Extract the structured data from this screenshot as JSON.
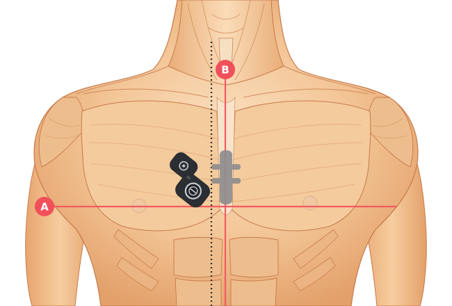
{
  "diagram": {
    "subject": "anatomical-torso-front",
    "device": {
      "icon": "wearable-sensor-icon",
      "alt_position_icon": "ghost-sensor-outline-icon"
    },
    "markers": [
      {
        "id": "A",
        "label": "A",
        "axis": "horizontal"
      },
      {
        "id": "B",
        "label": "B",
        "axis": "vertical"
      }
    ],
    "colors": {
      "guide_line": "#f25a62",
      "marker_fill": "#f0505a",
      "skin_light": "#f9d5ac",
      "skin_mid": "#efb783",
      "skin_dark": "#d9905a",
      "muscle_line": "#c7794a",
      "device_body": "#2b2e33",
      "device_ring": "#c8ccd2",
      "ghost_device": "#8d8d8d",
      "dotted_line": "#2b2b2b",
      "background": "#ffffff"
    }
  }
}
